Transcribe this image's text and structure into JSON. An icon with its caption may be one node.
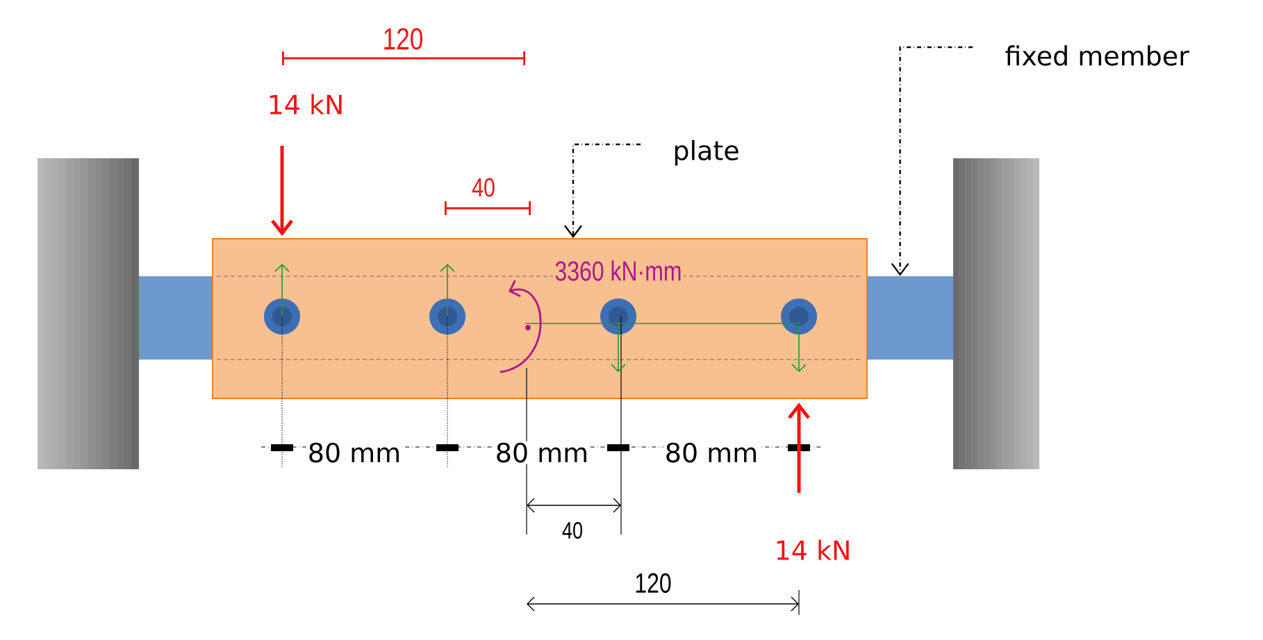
{
  "diagram": {
    "nodes": [
      {
        "text": [
          "plate"
        ]
      },
      {
        "text": [
          "fixed member"
        ]
      },
      {
        "text": [],
        "shape": "box"
      },
      {
        "text": [],
        "shape": "bar"
      }
    ],
    "edges": [
      {
        "from": 0,
        "to": 2,
        "arrow": "to",
        "style": "dashed"
      },
      {
        "from": 1,
        "to": 3,
        "arrow": "to",
        "style": "dashed"
      }
    ],
    "labels": [
      "120",
      "14 kN",
      "40",
      "3360 kN·mm",
      "80 mm",
      "80 mm",
      "80 mm",
      "40",
      "14 kN",
      "120"
    ]
  }
}
